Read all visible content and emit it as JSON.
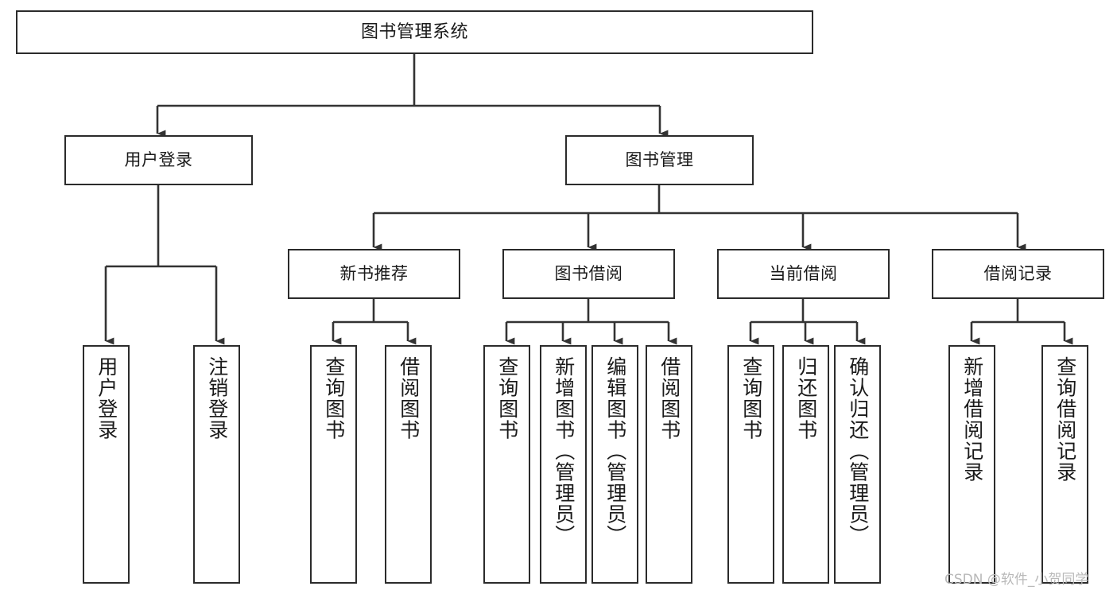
{
  "diagram": {
    "type": "tree-hierarchy",
    "title": "图书管理系统",
    "watermark": "CSDN @软件_小贺同学",
    "colors": {
      "background": "#ffffff",
      "node_border": "#2b2b2b",
      "node_fill": "#ffffff",
      "edge": "#333333",
      "text": "#1a1a1a",
      "watermark": "#b9b9b9"
    },
    "nodes": {
      "root": {
        "label": "图书管理系统"
      },
      "level2": [
        {
          "id": "user-login",
          "label": "用户登录"
        },
        {
          "id": "book-management",
          "label": "图书管理"
        }
      ],
      "level3": [
        {
          "id": "new-book-recommend",
          "label": "新书推荐"
        },
        {
          "id": "book-borrow",
          "label": "图书借阅"
        },
        {
          "id": "current-borrow",
          "label": "当前借阅"
        },
        {
          "id": "borrow-record",
          "label": "借阅记录"
        }
      ],
      "leaves": {
        "user_login": [
          {
            "id": "leaf-user-login",
            "label": "用户登录"
          },
          {
            "id": "leaf-logout-login",
            "label": "注销登录"
          }
        ],
        "new_book_recommend": [
          {
            "id": "leaf-query-book-1",
            "label": "查询图书"
          },
          {
            "id": "leaf-borrow-book-1",
            "label": "借阅图书"
          }
        ],
        "book_borrow": [
          {
            "id": "leaf-query-book-2",
            "label": "查询图书"
          },
          {
            "id": "leaf-add-book",
            "label": "新增图书（管理员）"
          },
          {
            "id": "leaf-edit-book",
            "label": "编辑图书（管理员）"
          },
          {
            "id": "leaf-borrow-book-2",
            "label": "借阅图书"
          }
        ],
        "current_borrow": [
          {
            "id": "leaf-query-book-3",
            "label": "查询图书"
          },
          {
            "id": "leaf-return-book",
            "label": "归还图书"
          },
          {
            "id": "leaf-confirm-return",
            "label": "确认归还（管理员）"
          }
        ],
        "borrow_record": [
          {
            "id": "leaf-add-borrow-record",
            "label": "新增借阅记录"
          },
          {
            "id": "leaf-query-borrow-record",
            "label": "查询借阅记录"
          }
        ]
      }
    }
  }
}
